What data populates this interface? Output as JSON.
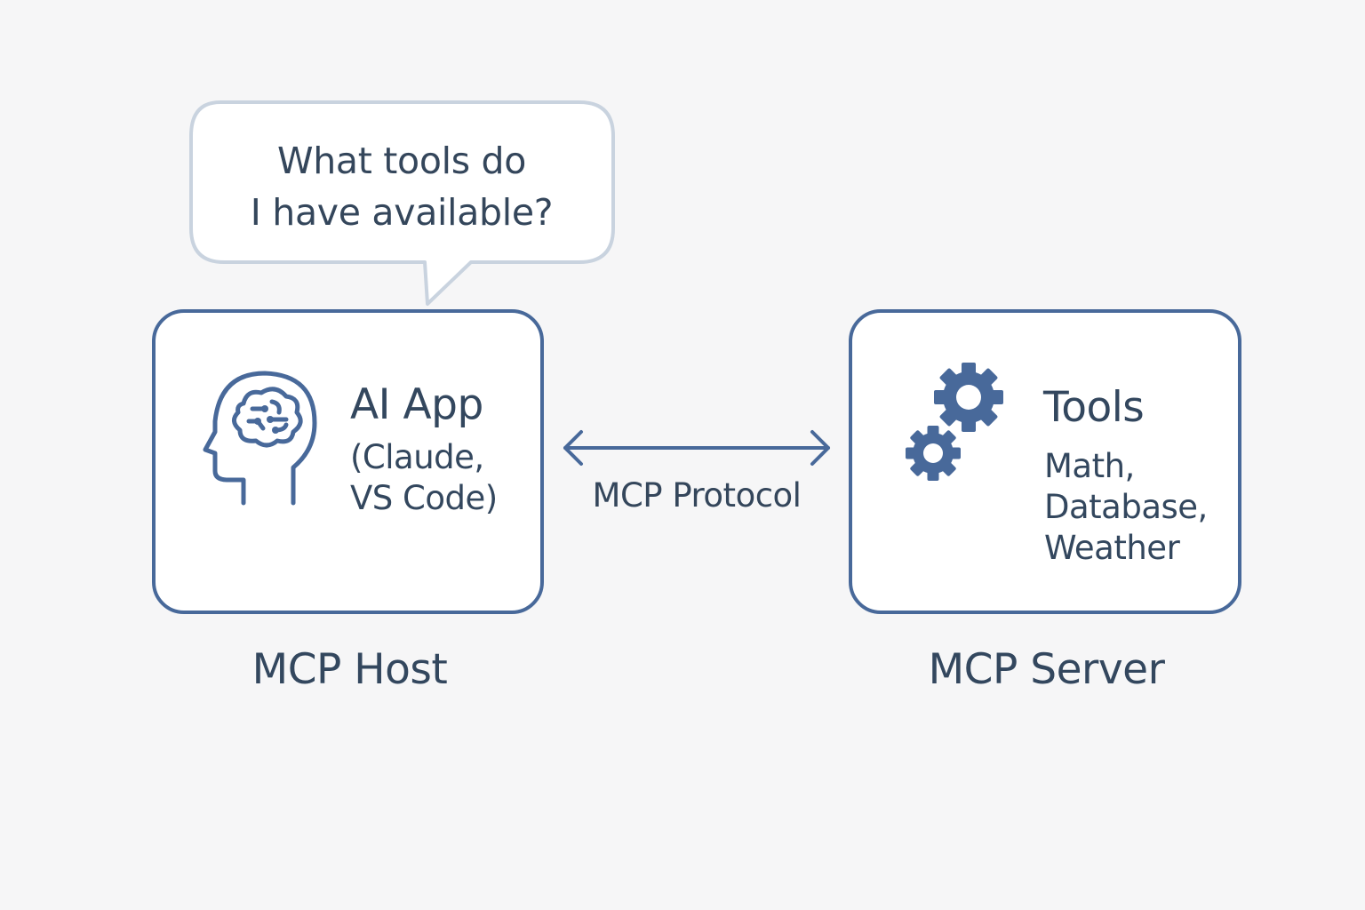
{
  "bubble": {
    "line1": "What tools do",
    "line2": "I have available?"
  },
  "host": {
    "title": "AI App",
    "sub_line1": "(Claude,",
    "sub_line2": "VS Code)",
    "icon": "brain-head-icon",
    "caption": "MCP Host"
  },
  "server": {
    "title": "Tools",
    "sub_line1": "Math,",
    "sub_line2": "Database,",
    "sub_line3": "Weather",
    "icon": "gears-icon",
    "caption": "MCP Server"
  },
  "connector": {
    "label": "MCP Protocol"
  },
  "colors": {
    "background": "#f6f6f7",
    "accent": "#48699a",
    "text": "#33475e",
    "bubble_border": "#c9d3df"
  }
}
